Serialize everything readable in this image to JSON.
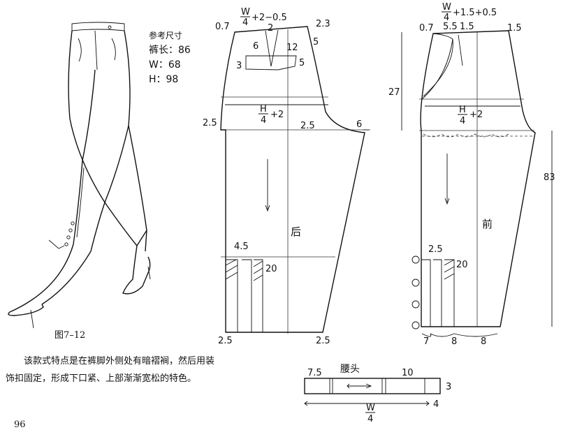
{
  "sizes": {
    "title": "参考尺寸",
    "length": "裤长：86",
    "waist": "W：68",
    "hip": "H：98"
  },
  "figure_caption": "图7–12",
  "description": "该款式特点是在裤脚外侧处有暗褶裥，然后用装饰扣固定，形成下口紧、上部渐渐宽松的特色。",
  "page_number": "96",
  "back": {
    "label": "后",
    "waist_w": "W",
    "waist_den": "4",
    "waist_rest": "+2−0.5",
    "hip_h": "H",
    "hip_den": "4",
    "hip_rest": "+2",
    "m_07": "0.7",
    "m_2": "2",
    "m_23": "2.3",
    "m_6": "6",
    "m_12": "12",
    "m_3": "3",
    "m_5a": "5",
    "m_5b": "5",
    "m_25_left": "2.5",
    "m_25_crotch": "2.5",
    "m_6_crotch": "6",
    "m_45": "4.5",
    "m_20": "20",
    "m_25_bl": "2.5",
    "m_25_br": "2.5"
  },
  "front": {
    "label": "前",
    "waist_w": "W",
    "waist_den": "4",
    "waist_rest": "+1.5+0.5",
    "hip_h": "H",
    "hip_den": "4",
    "hip_rest": "+2",
    "m_07": "0.7",
    "m_55": "5.5",
    "m_15a": "1.5",
    "m_15b": "1.5",
    "m_27": "27",
    "m_83": "83",
    "m_25": "2.5",
    "m_20": "20",
    "m_7": "7",
    "m_8a": "8",
    "m_8b": "8"
  },
  "waistband": {
    "title": "腰头",
    "m_75": "7.5",
    "m_10": "10",
    "m_3": "3",
    "w": "W",
    "den": "4",
    "m_4": "4"
  }
}
